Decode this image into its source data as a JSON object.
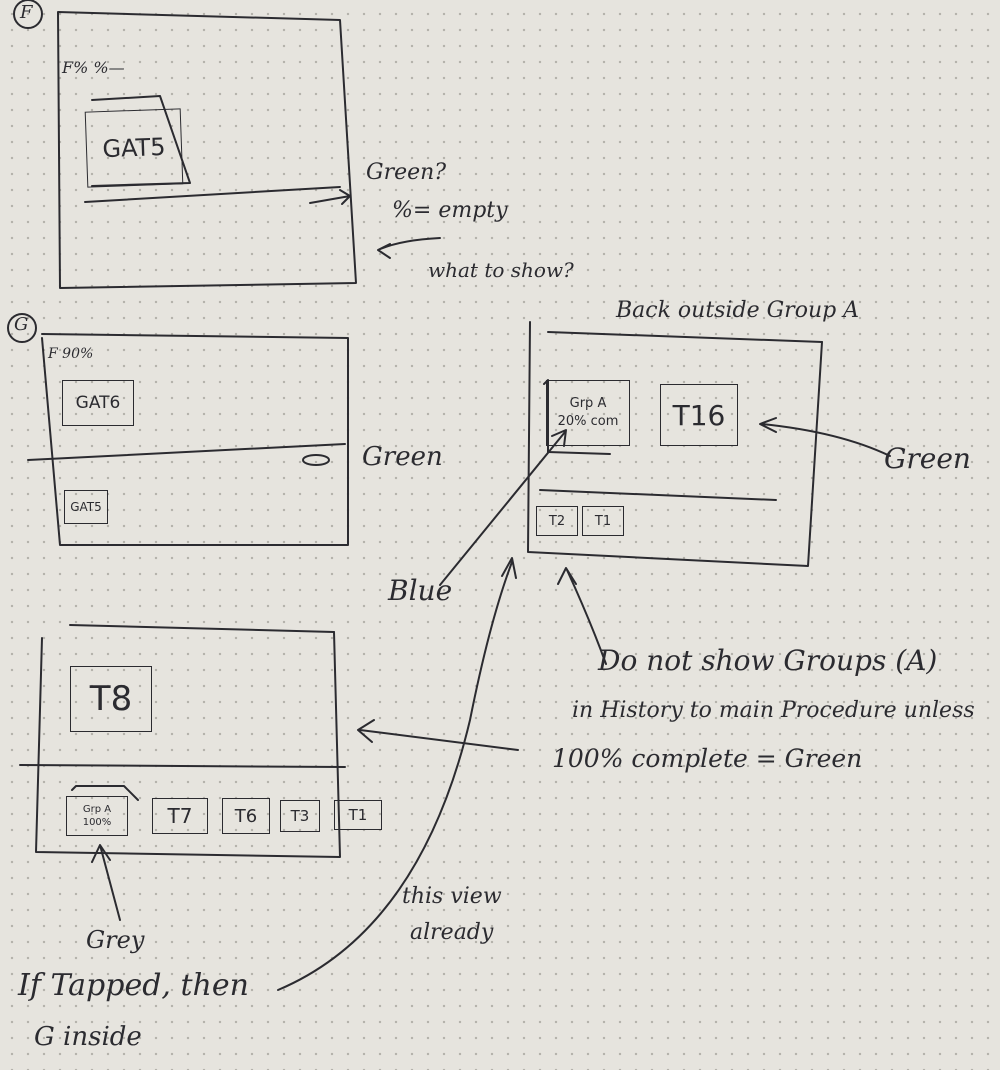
{
  "sketch_f": {
    "label": "F",
    "header_text": "F% %—",
    "tile": "GAT5",
    "notes": {
      "line1": "Green?",
      "line2": "%= empty",
      "line3": "what to show?"
    }
  },
  "sketch_g": {
    "label": "G",
    "header_text": "F 90%",
    "tile_top": "GAT6",
    "tile_bottom": "GAT5",
    "note": "Green"
  },
  "sketch_group_a": {
    "title": "Back outside Group A",
    "group_tile_line1": "Grp A",
    "group_tile_line2": "20% com",
    "tile_main": "T16",
    "small_tiles": [
      "T2",
      "T1"
    ],
    "note_right": "Green",
    "note_blue": "Blue",
    "note_bottom": {
      "line1": "Do not show Groups (A)",
      "line2": "in History to main Procedure unless",
      "line3": "100% complete = Green"
    }
  },
  "sketch_history": {
    "tile_main": "T8",
    "group_tile_line1": "Grp A",
    "group_tile_line2": "100%",
    "small_tiles": [
      "T7",
      "T6",
      "T3",
      "T1"
    ],
    "note_grey": "Grey",
    "note_tapped_line1": "If Tapped, then",
    "note_tapped_line2": "G inside",
    "note_view_line1": "this view",
    "note_view_line2": "already"
  }
}
